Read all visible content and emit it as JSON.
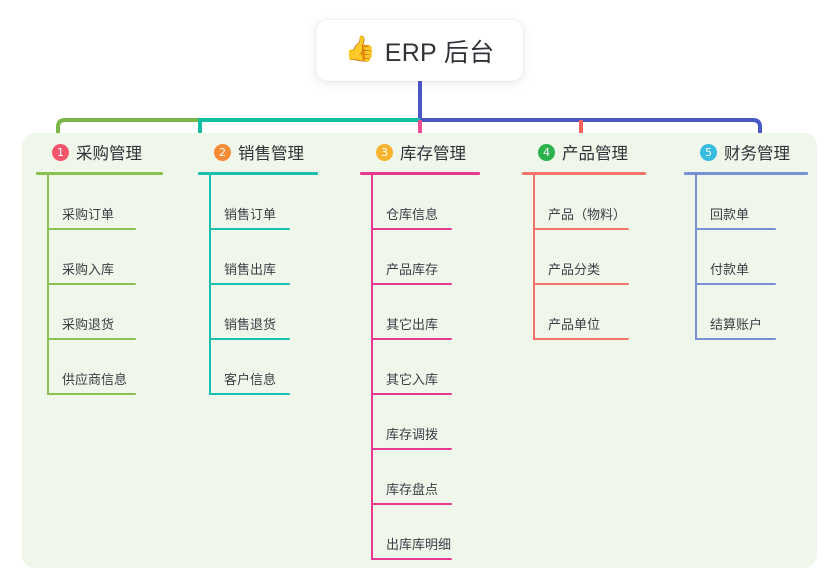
{
  "root": {
    "icon": "thumbs-up-icon",
    "icon_glyph": "👍",
    "title": "ERP 后台"
  },
  "theme": {
    "panel_bg": "#eff6ea",
    "page_bg": "#ffffff",
    "card_bg": "#ffffff",
    "title_color": "#2f3338",
    "leaf_text_color": "#3a3f45",
    "root_stem_color": "#4a56c4"
  },
  "connectors": {
    "segments": [
      {
        "name": "segment-green",
        "color": "#7ab648"
      },
      {
        "name": "segment-teal",
        "color": "#12bfa2"
      },
      {
        "name": "segment-blue",
        "color": "#4a56c4"
      }
    ],
    "drops": [
      {
        "name": "drop-purchase",
        "color": "#7ab648"
      },
      {
        "name": "drop-sales",
        "color": "#12bfa2"
      },
      {
        "name": "drop-inventory",
        "color": "#ec4e96"
      },
      {
        "name": "drop-product",
        "color": "#f4615c"
      },
      {
        "name": "drop-finance",
        "color": "#4a56c4"
      }
    ]
  },
  "columns": [
    {
      "id": "purchase",
      "number": "1",
      "title": "采购管理",
      "badge_color": "#f4556d",
      "line_color": "#8cc152",
      "items": [
        {
          "label": "采购订单"
        },
        {
          "label": "采购入库"
        },
        {
          "label": "采购退货"
        },
        {
          "label": "供应商信息"
        }
      ]
    },
    {
      "id": "sales",
      "number": "2",
      "title": "销售管理",
      "badge_color": "#f68b36",
      "line_color": "#1abfb0",
      "items": [
        {
          "label": "销售订单"
        },
        {
          "label": "销售出库"
        },
        {
          "label": "销售退货"
        },
        {
          "label": "客户信息"
        }
      ]
    },
    {
      "id": "inventory",
      "number": "3",
      "title": "库存管理",
      "badge_color": "#f9b32f",
      "line_color": "#e8398f",
      "items": [
        {
          "label": "仓库信息"
        },
        {
          "label": "产品库存"
        },
        {
          "label": "其它出库"
        },
        {
          "label": "其它入库"
        },
        {
          "label": "库存调拨"
        },
        {
          "label": "库存盘点"
        },
        {
          "label": "出库库明细"
        }
      ]
    },
    {
      "id": "product",
      "number": "4",
      "title": "产品管理",
      "badge_color": "#2bb24c",
      "line_color": "#f4736b",
      "items": [
        {
          "label": "产品（物料）"
        },
        {
          "label": "产品分类"
        },
        {
          "label": "产品单位"
        }
      ]
    },
    {
      "id": "finance",
      "number": "5",
      "title": "财务管理",
      "badge_color": "#36bde0",
      "line_color": "#7b8fd4",
      "items": [
        {
          "label": "回款单"
        },
        {
          "label": "付款单"
        },
        {
          "label": "结算账户"
        }
      ]
    }
  ]
}
